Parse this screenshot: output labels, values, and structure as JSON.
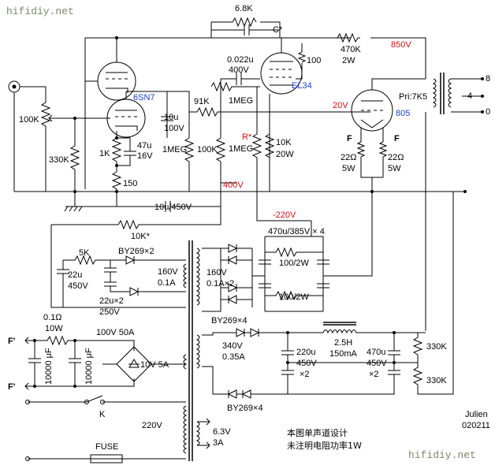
{
  "watermark_top": "hifidiy.net",
  "watermark_bottom": "hifidiy.net",
  "credit": {
    "author": "Julien",
    "code": "020211"
  },
  "notes": {
    "line1": "本图单声道设计",
    "line2": "未注明电阻功率1W"
  },
  "tubes": {
    "driver": "6SN7",
    "middle": "EL34",
    "output": "805"
  },
  "voltages": {
    "v850": "850V",
    "v20": "20V",
    "v400": "400V",
    "vneg220": "-220V"
  },
  "components": {
    "r68k": "6.8K",
    "cstar": "C*",
    "c0022u": "0.022u",
    "c0022u_v": "400V",
    "r470k": "470K",
    "r470k_w": "2W",
    "r100": "100",
    "rp100k": "100K",
    "r91k": "91K",
    "r1meg_a": "1MEG",
    "c10u": "10u",
    "c10u_v": "100V",
    "r1k": "1K",
    "c47u": "47u",
    "c47u_v": "16V",
    "r1meg_b": "1MEG",
    "r100k": "100K",
    "rstar": "R*",
    "r1meg_c": "1MEG",
    "r10k": "10K",
    "r10k_w": "20W",
    "pri": "Pri:7K5",
    "f_left": "F",
    "f_right": "F",
    "r22_a": "22Ω",
    "r22_a_w": "5W",
    "r22_b": "22Ω",
    "r22_b_w": "5W",
    "r330k": "330K",
    "r150": "150",
    "c10u450": "10u/450V",
    "r10kstar": "10K*",
    "r5k": "5K",
    "by269x2": "BY269×2",
    "c22u": "22u",
    "c22u_v": "450V",
    "c22ux2": "22u×2",
    "c22ux2_v": "250V",
    "s160v": "160V",
    "s01a": "0.1A",
    "c470u385": "470u/385V × 4",
    "r100_2w_a": "100/2W",
    "s160v_b": "160V",
    "s01ax2": "0.1A×2",
    "r100_2w_b": "100/2W",
    "by269x4_a": "BY269×4",
    "r01ohm": "0.1Ω",
    "r01ohm_w": "10W",
    "bridge": "100V 50A",
    "s10v": "10V  5A",
    "c10000_a": "10000 μF",
    "c10000_b": "10000 μF",
    "fprime_top": "F'",
    "fprime_bot": "F'",
    "s340v": "340V",
    "s035a": "0.35A",
    "c220u": "220u",
    "c220u_v": "450V",
    "c220u_x": "×2",
    "choke": "2.5H",
    "choke_i": "150mA",
    "c470u": "470u",
    "c470u_v": "450V",
    "c470u_x": "×2",
    "r330k_a": "330K",
    "r330k_b": "330K",
    "by269x4_b": "BY269×4",
    "switch_k": "K",
    "mains": "220V",
    "fuse": "FUSE",
    "s63v": "6.3V",
    "s3a": "3A",
    "t8": "8",
    "t4": "4",
    "t0": "0"
  }
}
